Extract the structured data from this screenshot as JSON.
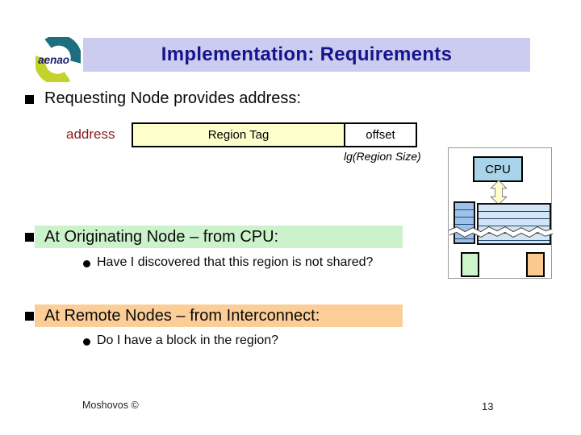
{
  "slide": {
    "logo": {
      "text": "aenao"
    },
    "title": "Implementation: Requirements",
    "footer": {
      "author": "Moshovos ©",
      "page": "13"
    }
  },
  "content": {
    "bullet1": {
      "text": "Requesting Node provides address:"
    },
    "bullet2": {
      "text": "At Originating Node – from CPU:",
      "sub": "Have I discovered that this region is not shared?"
    },
    "bullet3": {
      "text": "At Remote Nodes – from Interconnect:",
      "sub": "Do I have a block in the region?"
    }
  },
  "address_diagram": {
    "label": "address",
    "fields": [
      {
        "name": "Region Tag"
      },
      {
        "name": "offset"
      }
    ],
    "annotation": "lg(Region Size)"
  },
  "node_diagram": {
    "cpu": "CPU"
  },
  "colors": {
    "title_bar_bg": "#ccccf0",
    "title_text": "#14148c",
    "green_highlight": "#ccf2cc",
    "orange_highlight": "#fbcd97",
    "field_yellow": "#ffffcc",
    "address_label_text": "#8b1a1a",
    "cpu_box_fill": "#a9d3e9",
    "cache_column_fill": "#9cc2ec",
    "cache_table_fill": "#d3e4f4",
    "green_box_fill": "#ccf5cc",
    "orange_box_fill": "#f9c98e",
    "arrow_fill": "#ffffcc",
    "logo_teal": "#1d6e7e",
    "logo_yellow": "#c3d32b"
  }
}
